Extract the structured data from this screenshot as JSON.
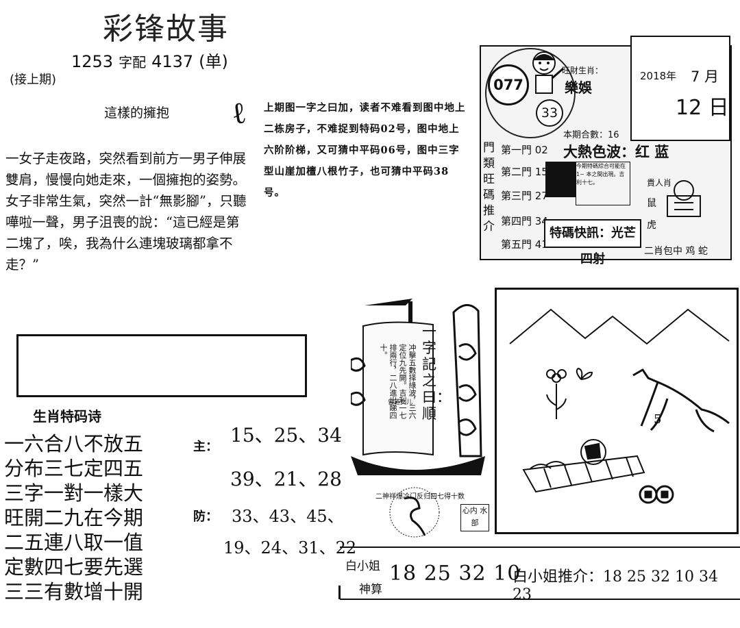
{
  "header": {
    "title": "彩锋故事",
    "issue_code": "1253",
    "issue_mid": "字配",
    "issue_num": "4137",
    "issue_suffix": "(单)",
    "continued": "(接上期)"
  },
  "story": {
    "heading": "這樣的擁抱",
    "deco": "ℓ",
    "body": "一女子走夜路，突然看到前方一男子伸展雙肩，慢慢向她走來，一個擁抱的姿勢。女子非常生氣，突然一計“無影腳”，只聽嘩啦一聲，男子沮喪的說：“這已經是第二塊了，唉，我為什么連塊玻璃都拿不走？”"
  },
  "hint": {
    "body": "上期图一字之曰加，读者不难看到图中地上二栋房子，不难捉到特码02号，图中地上六阶阶梯，又可猜中平码06号，图中三字型山崖加檀八根竹子，也可猜中平码38号。"
  },
  "card": {
    "number_main": "077",
    "number_small": "33",
    "zodiac_label": "旺財生肖：",
    "logo_text": "樂娛",
    "year": "2018年",
    "month": "7 月",
    "day": "12 日",
    "wave_label": "本期合數：16",
    "wave_colors": "大熱色波：红 蓝",
    "gate_title": "門類旺碼推介",
    "gates": [
      "第一門 02",
      "第二門 15",
      "第三門 27",
      "第四門 34",
      "第五門 41"
    ],
    "note": "今期特碼綜合可能在1~ 本之間出現。吉利十七。",
    "tip": "特碼快訊：光芒四射",
    "rich_label": "貴人肖",
    "rich_rat": "鼠",
    "rich_tiger": "虎",
    "pair": "二肖包中 鸡 蛇"
  },
  "poem": {
    "title": "生肖特码诗",
    "lines": [
      "一六合八不放五",
      "分布三七定四五",
      "三字一對一樣大",
      "旺開二九在今期",
      "二五連八取一值",
      "定數四七要先選",
      "三三有數增十開"
    ],
    "main_label": "主：",
    "main_rows": [
      "15、25、34",
      "39、21、28"
    ],
    "guard_label": "防：",
    "guard_rows": [
      "33、43、45、",
      "19、24、31、22"
    ]
  },
  "scroll": {
    "title": "一字記之曰：順",
    "text": "冲擊五數择綠波，三六定位九先開。吉利一七排兩行，二八進出睇四十。",
    "attrib": "曾道女儿",
    "circle": "二神祥爆冷门反归四七得十数",
    "stamp": "心内 水部"
  },
  "drawing": {
    "number": "5"
  },
  "bottom": {
    "miss_label": "白小姐",
    "calc_label": "神算",
    "numbers": "18 25 32 10",
    "recommend": "白小姐推介：18 25 32 10 34 23"
  }
}
